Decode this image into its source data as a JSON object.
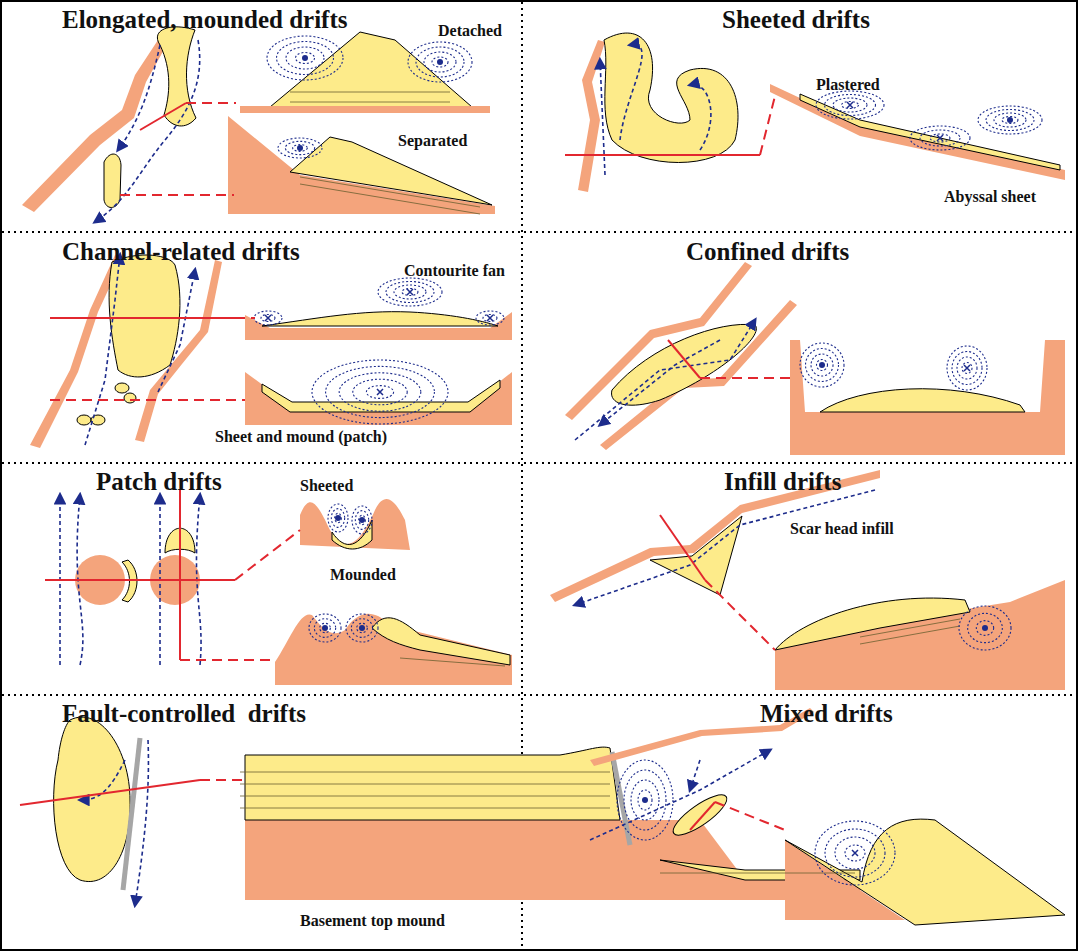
{
  "diagram": {
    "labels": [
      "Elongated, mounded drifts",
      "Detached",
      "Separated",
      "Sheeted drifts",
      "Plastered",
      "Abyssal sheet",
      "Channel-related drifts",
      "Contourite fan",
      "Sheet and mound (patch)",
      "Confined drifts",
      "Patch drifts",
      "Sheeted",
      "Mounded",
      "Infill drifts",
      "Scar head infill",
      "Fault-controlled  drifts",
      "Basement top mound",
      "Mixed drifts"
    ]
  }
}
